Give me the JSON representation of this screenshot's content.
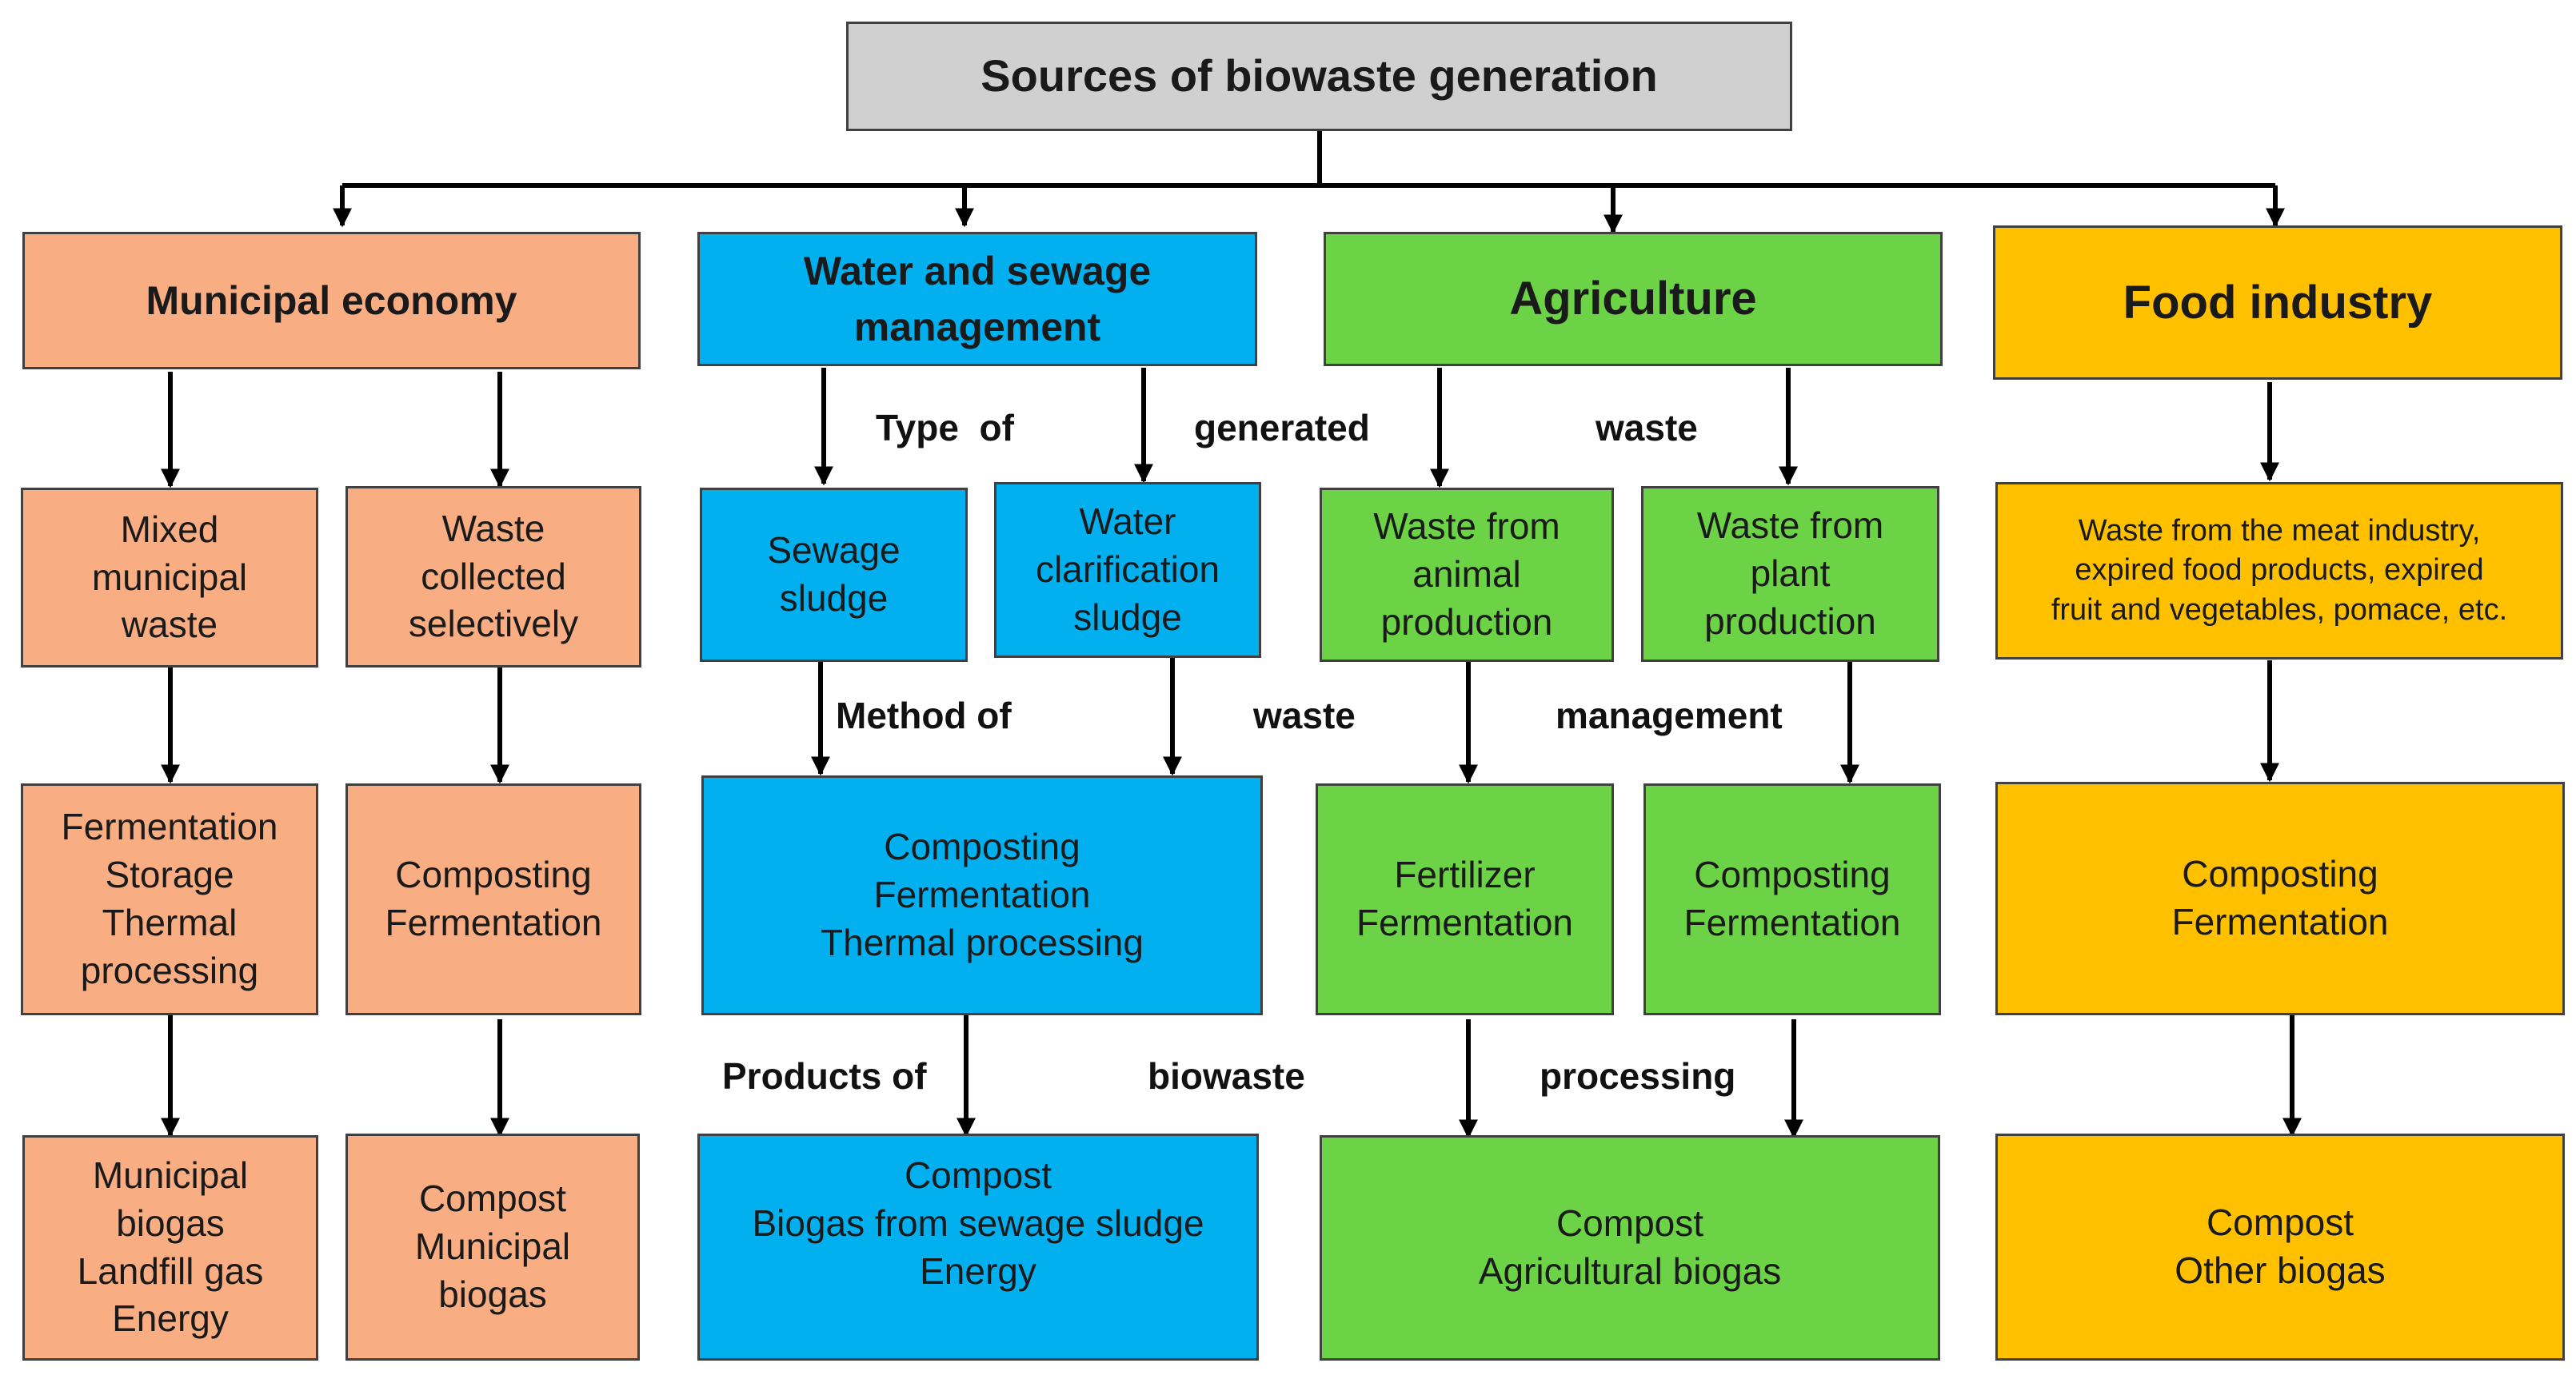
{
  "title": "Sources of biowaste generation",
  "colors": {
    "title": "#d0d0d0",
    "municipal": "#f8ae82",
    "water": "#03b0ef",
    "agriculture": "#6cd346",
    "food": "#ffc000",
    "lines": "#000000"
  },
  "categories": {
    "municipal": [
      "Municipal economy"
    ],
    "water": [
      "Water and sewage",
      "management"
    ],
    "agriculture": [
      "Agriculture"
    ],
    "food": [
      "Food industry"
    ]
  },
  "row_labels": {
    "type": [
      "Type  of",
      "generated",
      "waste"
    ],
    "method": [
      "Method of",
      "waste",
      "management"
    ],
    "products": [
      "Products of",
      "biowaste",
      "processing"
    ]
  },
  "waste_types": {
    "mixed": [
      "Mixed",
      "municipal",
      "waste"
    ],
    "selective": [
      "Waste",
      "collected",
      "selectively"
    ],
    "sewage": [
      "Sewage",
      "sludge"
    ],
    "clarification": [
      "Water",
      "clarification",
      "sludge"
    ],
    "animal": [
      "Waste from",
      "animal",
      "production"
    ],
    "plant": [
      "Waste from",
      "plant",
      "production"
    ],
    "food": [
      "Waste from the meat industry,",
      "expired food products, expired",
      "fruit and vegetables, pomace, etc."
    ]
  },
  "methods": {
    "mixed": [
      "Fermentation",
      "Storage",
      "Thermal",
      "processing"
    ],
    "selective": [
      "Composting",
      "Fermentation"
    ],
    "water": [
      "Composting",
      "Fermentation",
      "Thermal processing"
    ],
    "animal": [
      "Fertilizer",
      "Fermentation"
    ],
    "plant": [
      "Composting",
      "Fermentation"
    ],
    "food": [
      "Composting",
      "Fermentation"
    ]
  },
  "products": {
    "mixed": [
      "Municipal",
      "biogas",
      "Landfill gas",
      "Energy"
    ],
    "selective": [
      "Compost",
      "Municipal",
      "biogas"
    ],
    "water": [
      "Compost",
      "Biogas from sewage sludge",
      "Energy"
    ],
    "agriculture": [
      "Compost",
      "Agricultural biogas"
    ],
    "food": [
      "Compost",
      "Other biogas"
    ]
  }
}
